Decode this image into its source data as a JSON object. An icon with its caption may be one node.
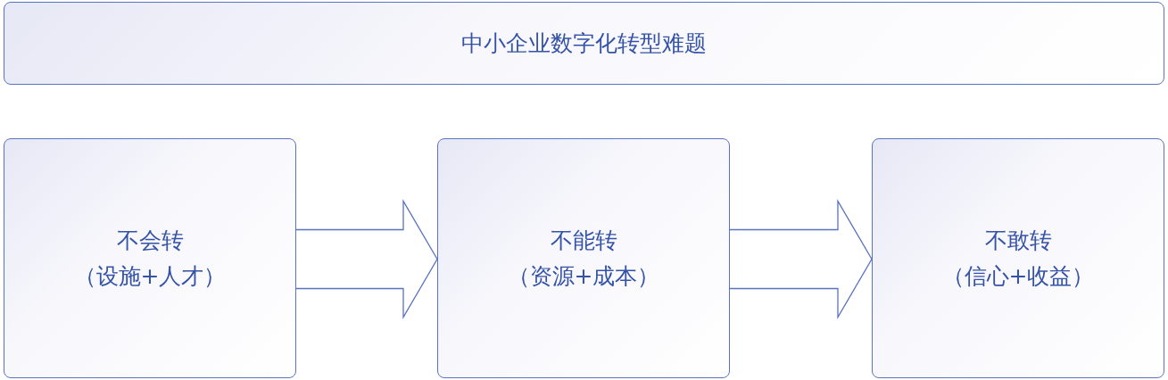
{
  "diagram": {
    "nodes": [
      {
        "text": [
          "中小企业数字化转型难题"
        ]
      },
      {
        "text": [
          "不会转",
          "（设施+人才）"
        ]
      },
      {
        "text": [
          "不能转",
          "（资源+成本）"
        ]
      },
      {
        "text": [
          "不敢转",
          "（信心+收益）"
        ]
      }
    ],
    "edges": [
      {
        "from": 1,
        "to": 2,
        "arrow": "to"
      },
      {
        "from": 2,
        "to": 3,
        "arrow": "to"
      }
    ]
  }
}
